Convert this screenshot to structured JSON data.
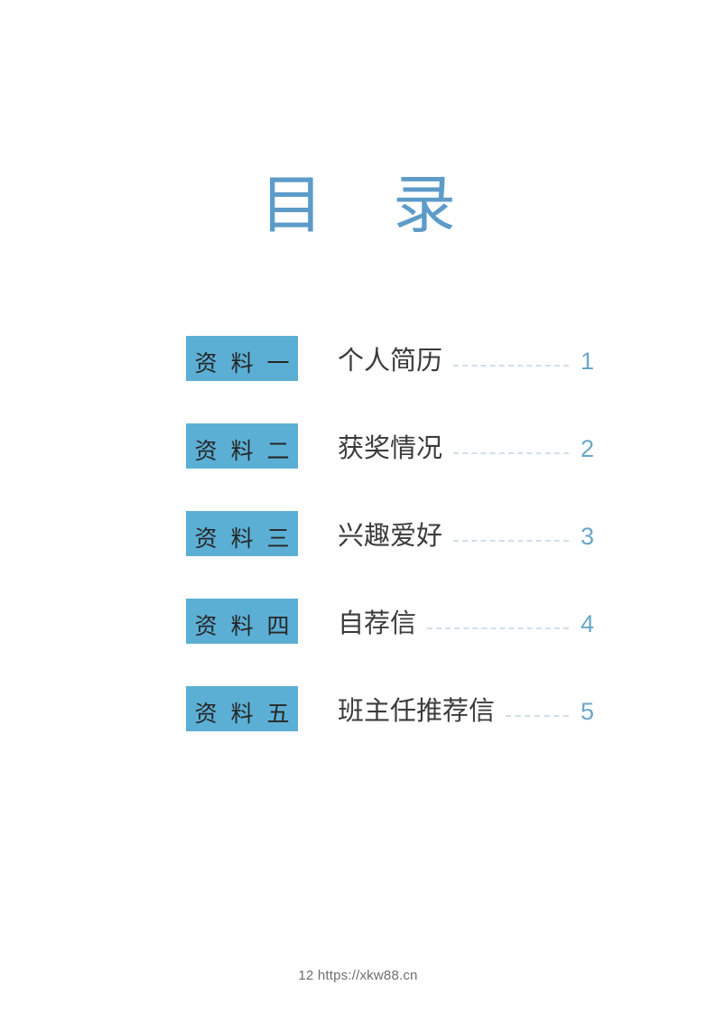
{
  "document": {
    "title": "目  录",
    "title_color": "#5d9cc9",
    "accent_color": "#5cafd4",
    "leader_color": "#cfe0ea",
    "page_number_color": "#6aa7c8",
    "label_color": "#3b3b3b",
    "background_color": "#ffffff"
  },
  "toc": {
    "entries": [
      {
        "badge": "资 料 一",
        "label": "个人简历",
        "page": "1"
      },
      {
        "badge": "资 料 二",
        "label": "获奖情况",
        "page": "2"
      },
      {
        "badge": "资 料 三",
        "label": "兴趣爱好",
        "page": "3"
      },
      {
        "badge": "资 料 四",
        "label": "自荐信",
        "page": "4"
      },
      {
        "badge": "资 料 五",
        "label": "班主任推荐信",
        "page": "5"
      }
    ]
  },
  "footer": {
    "text": "12 https://xkw88.cn"
  }
}
